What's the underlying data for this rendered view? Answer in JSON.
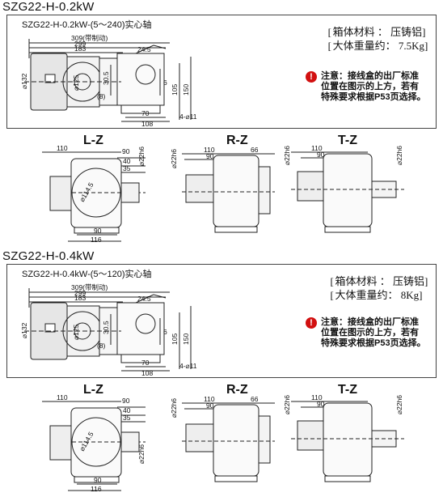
{
  "sections": [
    {
      "title": "SZG22-H-0.2kW",
      "panel_label": "SZG22-H-0.2kW-(5～240)实心轴",
      "spec_lines": [
        "箱体材料 ：  压铸铝",
        "大体重量约：  7.5Kg"
      ],
      "note": "注意：接线盒的出厂标准位置在图示的上方，若有特殊要求根据P53页选择。",
      "note_mark": "!",
      "dims": {
        "d309": "309(带制动)",
        "d299": "299",
        "d183": "183",
        "d245": "24.5",
        "dphi132": "⌀132",
        "dphi125": "⌀125",
        "d305": "30.5",
        "d6": "6",
        "d105": "105",
        "d150": "150",
        "d8": "(8)",
        "d70": "70",
        "d108": "108",
        "d4phi11": "4-⌀11"
      },
      "views": {
        "lz": {
          "label": "L-Z",
          "d110": "110",
          "d90": "90",
          "d40": "40",
          "d35": "35",
          "dphi1145": "⌀114.5",
          "dphi22": "⌀22h6",
          "d90b": "90",
          "d116": "116"
        },
        "rz": {
          "label": "R-Z",
          "d110": "110",
          "d90": "90",
          "d66": "66",
          "dphi22": "⌀22h6"
        },
        "tz": {
          "label": "T-Z",
          "d110": "110",
          "d90": "90",
          "dphi22a": "⌀22h6",
          "dphi22b": "⌀22h6"
        }
      }
    },
    {
      "title": "SZG22-H-0.4kW",
      "panel_label": "SZG22-H-0.4kW-(5～120)实心轴",
      "spec_lines": [
        "箱体材料 ：  压铸铝",
        "大体重量约：  8Kg"
      ],
      "note": "注意：接线盒的出厂标准位置在图示的上方，若有特殊要求根据P53页选择。",
      "note_mark": "!",
      "dims": {
        "d309": "309(带制动)",
        "d299": "299",
        "d183": "183",
        "d245": "24.5",
        "dphi132": "⌀132",
        "dphi125": "⌀125",
        "d305": "30.5",
        "d6": "6",
        "d105": "105",
        "d150": "150",
        "d8": "(8)",
        "d70": "70",
        "d108": "108",
        "d4phi11": "4-⌀11"
      },
      "views": {
        "lz": {
          "label": "L-Z",
          "d110": "110",
          "d90": "90",
          "d40": "40",
          "d35": "35",
          "dphi1145": "⌀114.5",
          "dphi22": "⌀22h6",
          "d90b": "90",
          "d116": "116"
        },
        "rz": {
          "label": "R-Z",
          "d110": "110",
          "d90": "90",
          "d66": "66",
          "dphi22": "⌀22h6"
        },
        "tz": {
          "label": "T-Z",
          "d110": "110",
          "d90": "90",
          "dphi22a": "⌀22h6",
          "dphi22b": "⌀22h6"
        }
      }
    }
  ]
}
